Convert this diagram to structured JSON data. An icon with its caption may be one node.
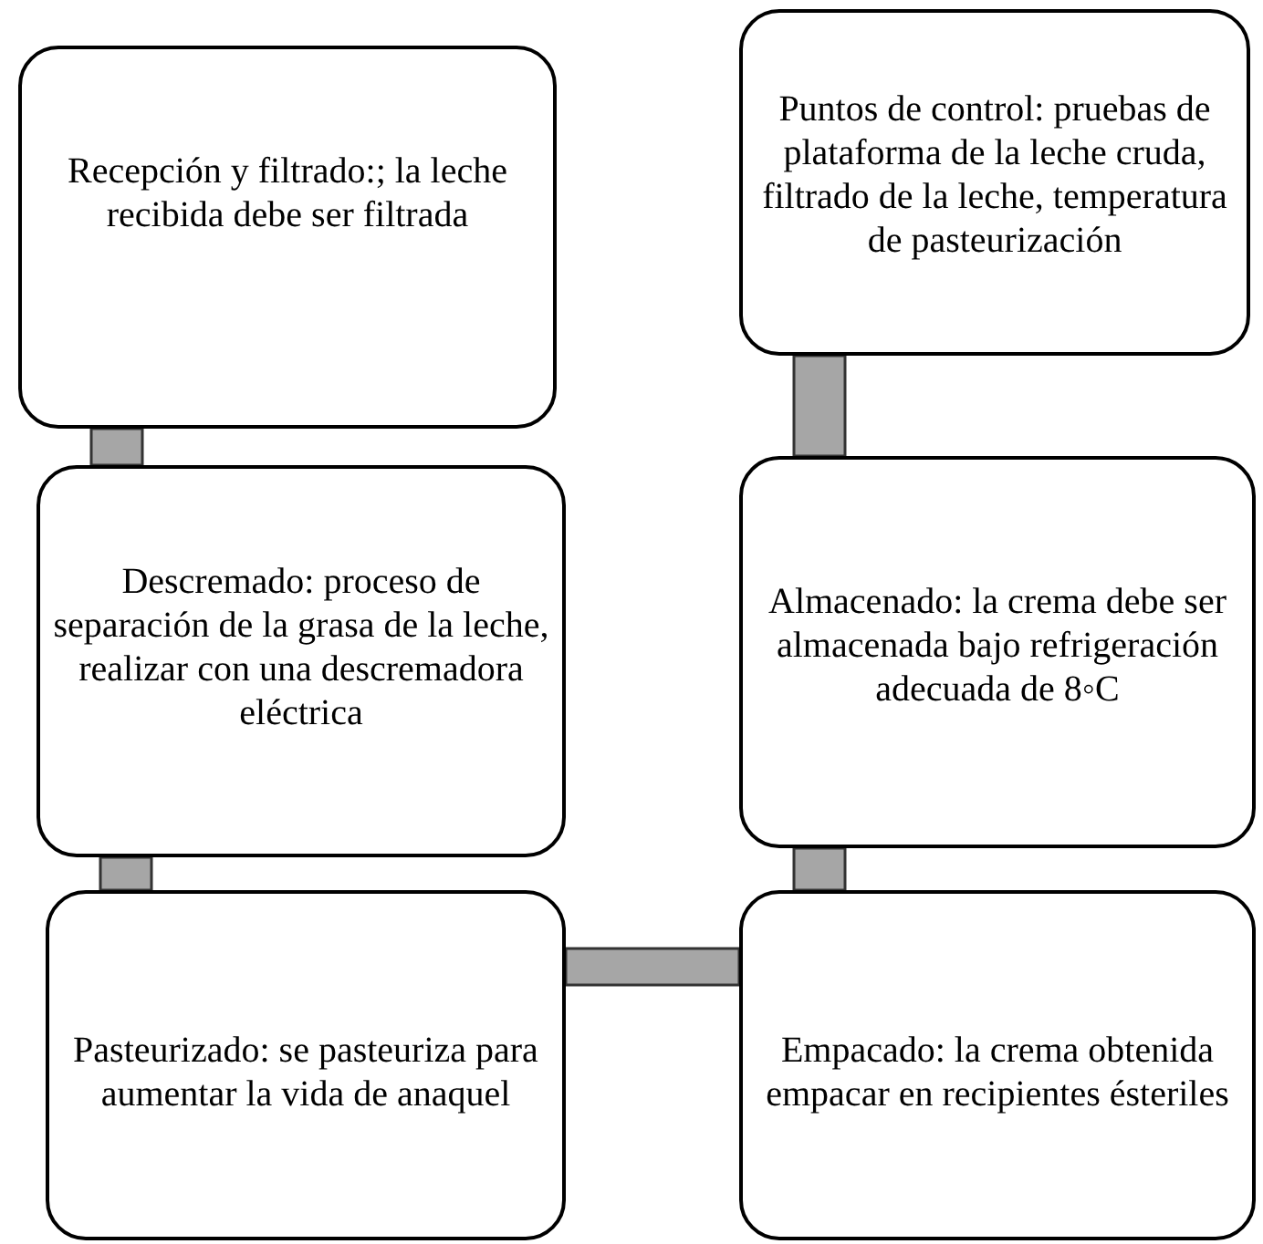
{
  "diagram": {
    "nodes": [
      {
        "text": [
          "Recepción y filtrado:; la leche recibida debe ser filtrada"
        ]
      },
      {
        "text": [
          "Descremado: proceso de separación de la grasa de la leche, realizar con una descremadora eléctrica"
        ]
      },
      {
        "text": [
          "Pasteurizado: se pasteuriza para aumentar la vida de anaquel"
        ]
      },
      {
        "text": [
          "Empacado: la crema obtenida empacar en recipientes ésteriles"
        ]
      },
      {
        "text": [
          "Almacenado: la crema debe ser almacenada bajo refrigeración adecuada de 8◦C"
        ]
      },
      {
        "text": [
          "Puntos de control: pruebas de plataforma de la leche cruda, filtrado de la leche, temperatura de pasteurización"
        ]
      }
    ],
    "edges": [
      {
        "from": 0,
        "to": 1,
        "arrow": "none"
      },
      {
        "from": 1,
        "to": 2,
        "arrow": "none"
      },
      {
        "from": 2,
        "to": 3,
        "arrow": "none"
      },
      {
        "from": 3,
        "to": 4,
        "arrow": "none"
      },
      {
        "from": 4,
        "to": 5,
        "arrow": "none"
      }
    ]
  }
}
